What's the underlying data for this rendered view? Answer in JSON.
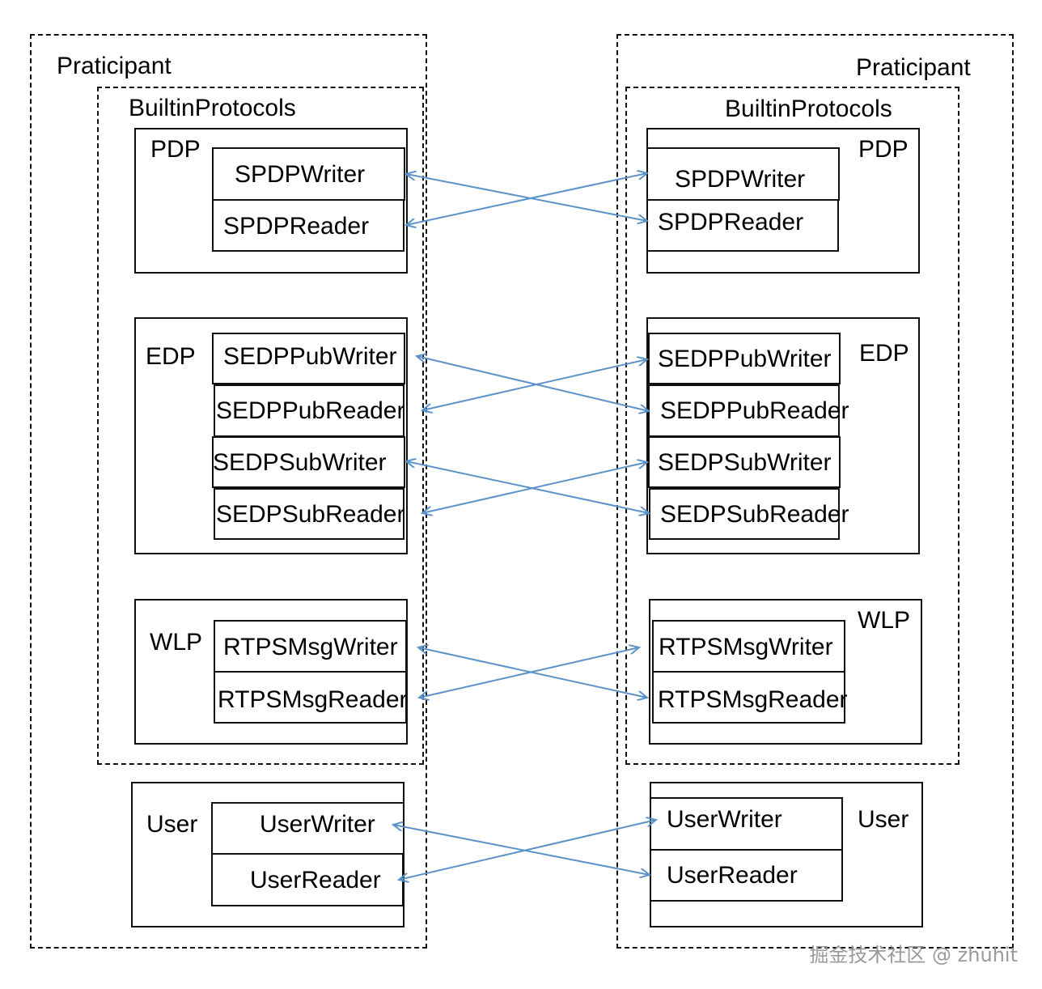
{
  "participant_left": {
    "title": "Praticipant",
    "builtin_title": "BuiltinProtocols"
  },
  "participant_right": {
    "title": "Praticipant",
    "builtin_title": "BuiltinProtocols"
  },
  "groups": {
    "pdp": "PDP",
    "edp": "EDP",
    "wlp": "WLP",
    "user": "User"
  },
  "left": {
    "spdp_writer": "SPDPWriter",
    "spdp_reader": "SPDPReader",
    "sedp_pub_writer": "SEDPPubWriter",
    "sedp_pub_reader": "SEDPPubReader",
    "sedp_sub_writer": "SEDPSubWriter",
    "sedp_sub_reader": "SEDPSubReader",
    "rtps_msg_writer": "RTPSMsgWriter",
    "rtps_msg_reader": "RTPSMsgReader",
    "user_writer": "UserWriter",
    "user_reader": "UserReader"
  },
  "right": {
    "spdp_writer": "SPDPWriter",
    "spdp_reader": "SPDPReader",
    "sedp_pub_writer": "SEDPPubWriter",
    "sedp_pub_reader": "SEDPPubReader",
    "sedp_sub_writer": "SEDPSubWriter",
    "sedp_sub_reader": "SEDPSubReader",
    "rtps_msg_writer": "RTPSMsgWriter",
    "rtps_msg_reader": "RTPSMsgReader",
    "user_writer": "UserWriter",
    "user_reader": "UserReader"
  },
  "arrow_color": "#5b93c9",
  "watermark": "掘金技术社区 @ zhuhit"
}
